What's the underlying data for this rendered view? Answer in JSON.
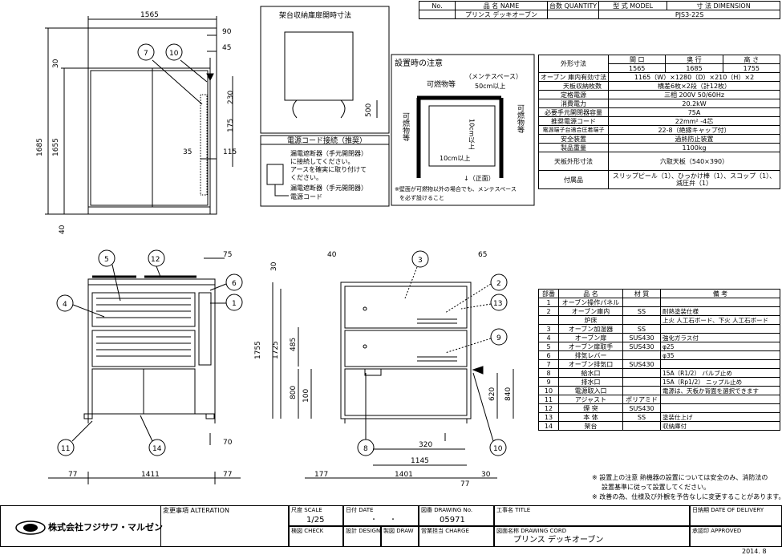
{
  "header": {
    "no_label": "No.",
    "name_label": "品 名 NAME",
    "qty_label": "台数 QUANTITY",
    "model_label": "型 式 MODEL",
    "dim_label": "寸 法 DIMENSION",
    "name_value": "プリンス デッキオーブン",
    "model_value": "PJS3-22S"
  },
  "specs": {
    "rows": [
      {
        "label": "外形寸法",
        "sub": "",
        "value": ""
      },
      {
        "label": "オーブン",
        "sub": "庫内有効寸法",
        "value": "1165（W）×1280（D）×210（H）×2"
      },
      {
        "label": "",
        "sub": "天板収納枚数",
        "value": "横差6枚×2段（計12枚）"
      },
      {
        "label": "定格電源",
        "sub": "",
        "value": "三相 200V 50/60Hz"
      },
      {
        "label": "消費電力",
        "sub": "",
        "value": "20.2kW"
      },
      {
        "label": "必要手元開閉器容量",
        "sub": "",
        "value": "75A"
      },
      {
        "label": "推奨電源コード",
        "sub": "",
        "value": "22mm² -4芯"
      },
      {
        "label": "電源端子台適合圧着端子",
        "sub": "",
        "value": "22-8（絶縁キャップ付）"
      },
      {
        "label": "安全装置",
        "sub": "",
        "value": "過熱防止装置"
      },
      {
        "label": "製品重量",
        "sub": "",
        "value": "1100kg"
      },
      {
        "label": "天板外形寸法",
        "sub": "",
        "value": "六取天板（540×390）"
      },
      {
        "label": "付属品",
        "sub": "",
        "value": "スリップピール（1）、ひっかけ棒（1）、スコップ（1）、減圧弁（1）"
      }
    ],
    "dim_headers": [
      "間 口",
      "奥 行",
      "高 さ"
    ],
    "dim_values": [
      "1565",
      "1685",
      "1755"
    ]
  },
  "parts": {
    "headers": [
      "部番",
      "品 名",
      "材 質",
      "備 考"
    ],
    "rows": [
      [
        "1",
        "オーブン操作パネル",
        "",
        ""
      ],
      [
        "2",
        "オーブン庫内",
        "SS",
        "耐熱塗装仕様"
      ],
      [
        "",
        "炉床",
        "",
        "上火 人工石ボード、下火 人工石ボード"
      ],
      [
        "3",
        "オーブン加湿器",
        "SS",
        ""
      ],
      [
        "4",
        "オーブン扉",
        "SUS430",
        "強化ガラス付"
      ],
      [
        "5",
        "オーブン扉取手",
        "SUS430",
        "φ25"
      ],
      [
        "6",
        "排気レバー",
        "",
        "φ35"
      ],
      [
        "7",
        "オーブン排気口",
        "SUS430",
        ""
      ],
      [
        "8",
        "給水口",
        "",
        "15A（R1/2） バルブ止め"
      ],
      [
        "9",
        "排水口",
        "",
        "15A（Rp1/2） ニップル止め"
      ],
      [
        "10",
        "電源取入口",
        "",
        "電源は、天板か背面を選択できます"
      ],
      [
        "11",
        "アジャスト",
        "ポリアミド",
        ""
      ],
      [
        "12",
        "煙 突",
        "SUS430",
        ""
      ],
      [
        "13",
        "本 体",
        "SS",
        "塗装仕上げ"
      ],
      [
        "14",
        "架台",
        "",
        "収納庫付"
      ]
    ]
  },
  "notes": {
    "line1": "※ 設置上の注意 熱機器の設置については安全のみ、消防法の",
    "line2": "設置基準に従って設置してください。",
    "line3": "※ 改善の為、仕様及び外観を予告なしに変更することがあります。"
  },
  "install_box": {
    "title": "設置時の注意",
    "maint": "（メンテスペース）",
    "maint_dim": "50cm以上",
    "combust_top": "可燃物等",
    "combust_right": "可燃物等",
    "combust_left": "可燃物等",
    "dim_bottom": "10cm以上",
    "dim_side": "10cm以上",
    "front": "↓（正面）",
    "note1": "※壁面が可燃物以外の場合でも、メンテスペース",
    "note2": "を必ず設けること"
  },
  "door_box": {
    "title": "架台収納庫扉開時寸法",
    "dim": "500"
  },
  "cord_box": {
    "title": "電源コード接続（推奨）",
    "l1": "漏電遮断器（手元開閉器）",
    "l2": "に接続してください。",
    "l3": "アースを確実に取り付けて",
    "l4": "ください。",
    "l5": "漏電遮断器（手元開閉器）",
    "l6": "電源コード"
  },
  "dims": {
    "top_width": "1565",
    "top_90": "90",
    "top_45": "45",
    "top_30": "30",
    "top_1685": "1685",
    "top_1655": "1655",
    "top_230": "230",
    "top_175": "175",
    "top_35": "35",
    "top_115": "115",
    "top_40": "40",
    "f_75": "75",
    "f_70": "70",
    "f_77a": "77",
    "f_1411": "1411",
    "f_77b": "77",
    "s_30": "30",
    "s_1755": "1755",
    "s_1725": "1725",
    "s_485": "485",
    "s_800": "800",
    "s_100": "100",
    "s_40": "40",
    "s_65": "65",
    "s_620": "620",
    "s_840": "840",
    "s_320": "320",
    "s_1145": "1145",
    "s_177": "177",
    "s_1401": "1401",
    "s_77": "77",
    "s_30b": "30"
  },
  "callouts": [
    "7",
    "10",
    "5",
    "12",
    "6",
    "1",
    "4",
    "11",
    "14",
    "3",
    "2",
    "13",
    "9",
    "8",
    "10"
  ],
  "title_block": {
    "company": "株式会社フジサワ・マルゼン",
    "revision": "変更事項 ALTERATION",
    "scale_label": "尺度 SCALE",
    "scale_value": "1/25",
    "date_label": "日付 DATE",
    "date_value": "・　　・",
    "drawing_label": "図番 DRAWING No.",
    "drawing_value": "05971",
    "title_label": "工事名 TITLE",
    "delivery_label": "日納期 DATE OF DELIVERY",
    "check_label": "検図 CHECK",
    "design_label": "設計 DESIGN",
    "draw_label": "製図 DRAW",
    "charge_label": "営業担当 CHARGE",
    "cord_label": "図面名称 DRAWING CORD",
    "cord_value": "プリンス デッキオーブン",
    "approved_label": "承認印 APPROVED",
    "year": "2014. 8"
  }
}
